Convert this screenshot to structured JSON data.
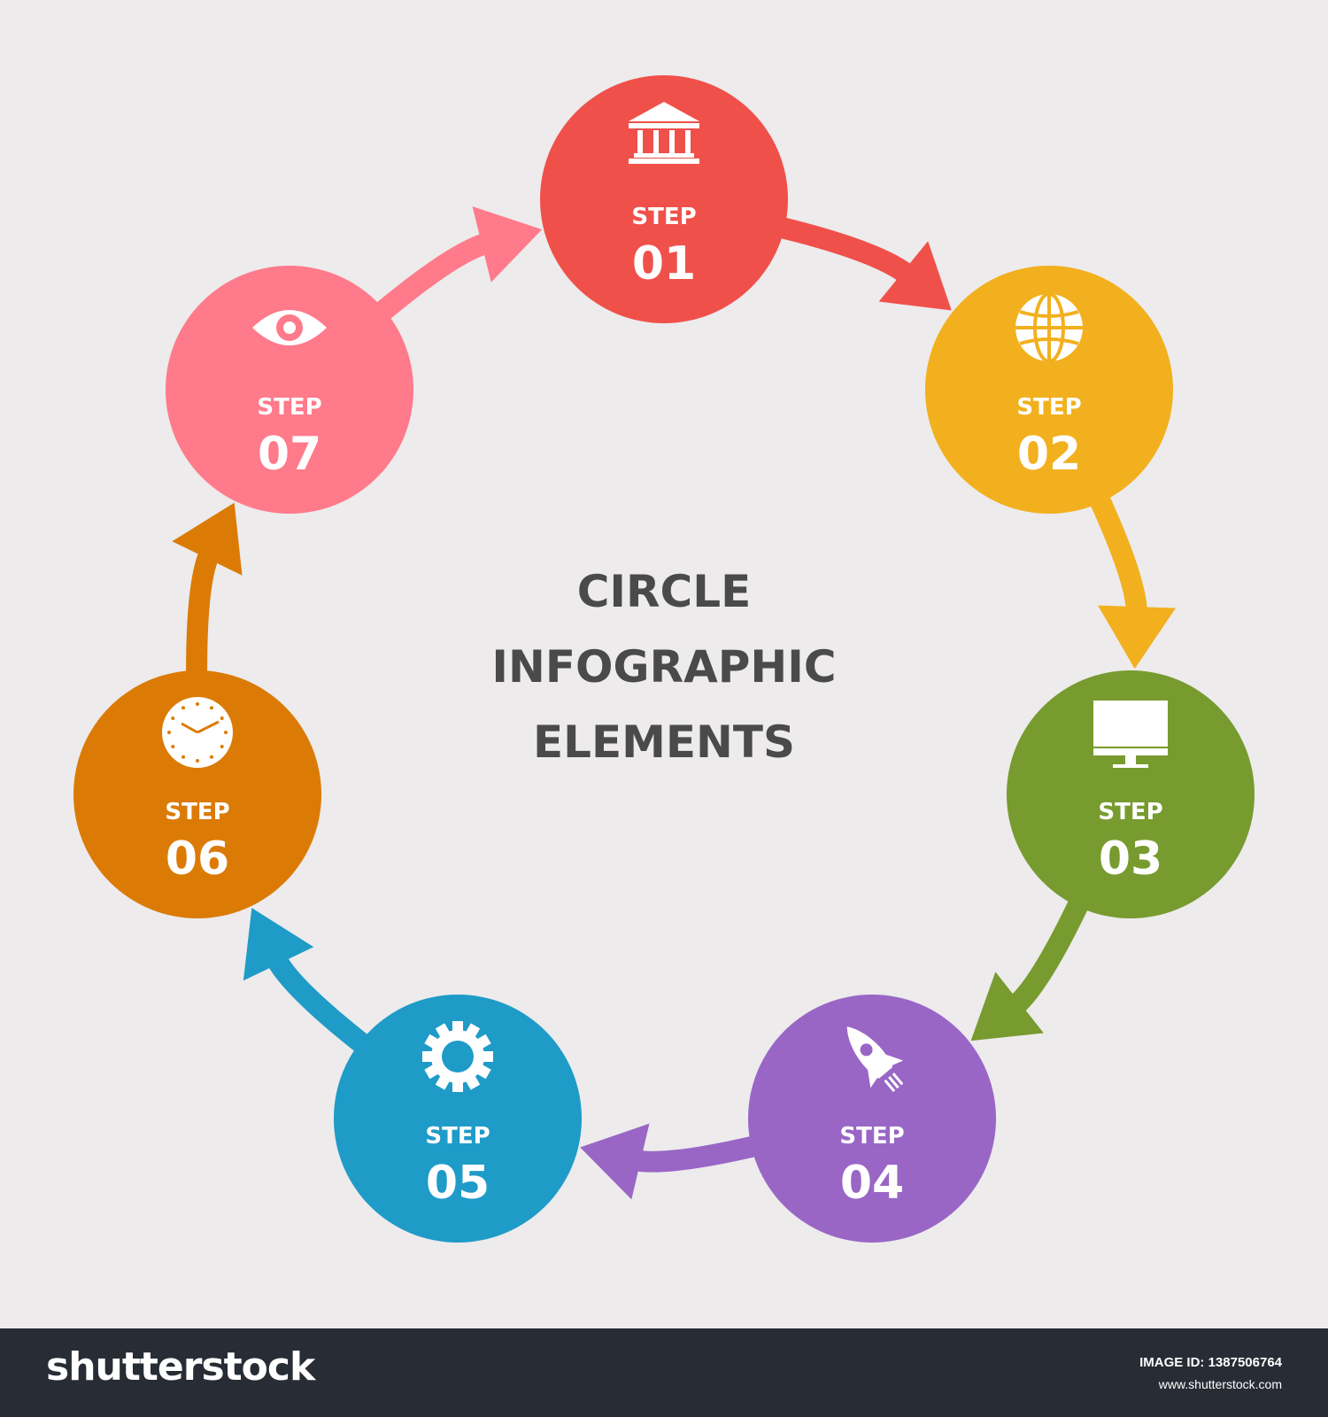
{
  "diagram": {
    "title_lines": [
      "CIRCLE",
      "INFOGRAPHIC",
      "ELEMENTS"
    ],
    "steps": [
      {
        "label": "STEP",
        "number": "01",
        "color": "#f0504a",
        "icon": "bank-icon"
      },
      {
        "label": "STEP",
        "number": "02",
        "color": "#f2b01e",
        "icon": "globe-icon"
      },
      {
        "label": "STEP",
        "number": "03",
        "color": "#779b2e",
        "icon": "monitor-icon"
      },
      {
        "label": "STEP",
        "number": "04",
        "color": "#9966c6",
        "icon": "rocket-icon"
      },
      {
        "label": "STEP",
        "number": "05",
        "color": "#1f9bc8",
        "icon": "gear-icon"
      },
      {
        "label": "STEP",
        "number": "06",
        "color": "#db7b06",
        "icon": "clock-icon"
      },
      {
        "label": "STEP",
        "number": "07",
        "color": "#ff7a8a",
        "icon": "eye-icon"
      }
    ],
    "background": "#edebec"
  },
  "footer": {
    "brand": "shutterstock",
    "image_id": "IMAGE ID: 1387506764",
    "site": "www.shutterstock.com"
  }
}
